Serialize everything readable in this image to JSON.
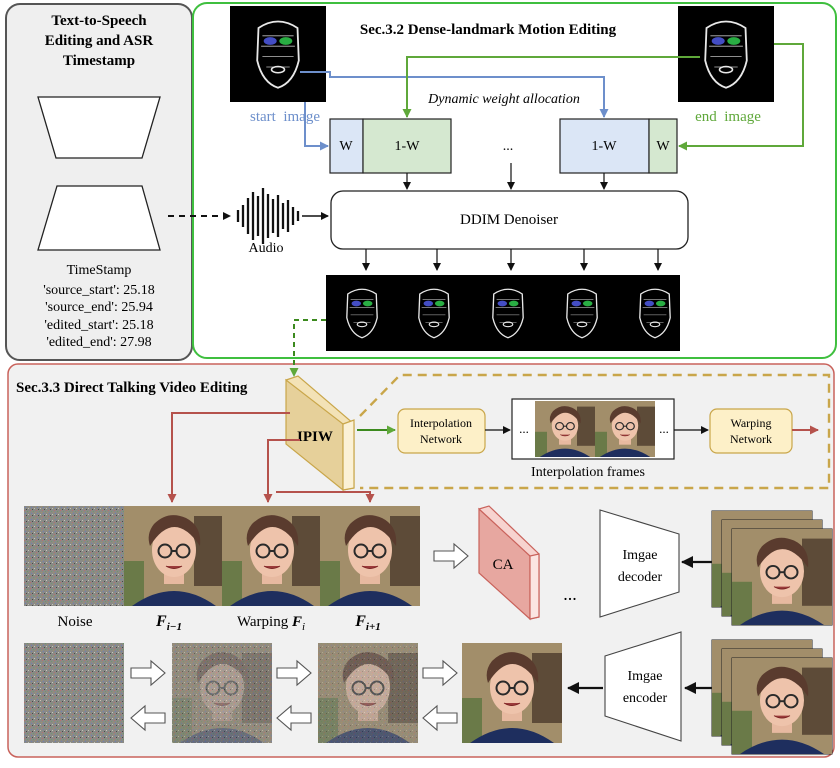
{
  "left_panel": {
    "title_lines": [
      "Text-to-Speech",
      "Editing and ASR",
      "Timestamp"
    ],
    "timestamp_title": "TimeStamp",
    "timestamp_lines": [
      "'source_start': 25.18",
      "'source_end': 25.94",
      "'edited_start': 25.18",
      "'edited_end': 27.98"
    ],
    "audio_label": "Audio"
  },
  "sec32": {
    "title": "Sec.3.2 Dense-landmark Motion Editing",
    "dynamic_weight_label": "Dynamic weight allocation",
    "start_label": "start  image",
    "end_label": "end  image",
    "w_label": "W",
    "one_minus_w_label": "1-W",
    "ellipsis": "...",
    "denoiser_label": "DDIM Denoiser"
  },
  "sec33": {
    "title": "Sec.3.3 Direct Talking Video Editing",
    "ipiw_label": "IPIW",
    "interpolation_network": [
      "Interpolation",
      "Network"
    ],
    "warping_network": [
      "Warping",
      "Network"
    ],
    "interpolation_frames_label": "Interpolation frames",
    "ellipsis": "...",
    "noise_label": "Noise",
    "f_prev_label": "F",
    "f_prev_sub": "i−1",
    "warping_label": "Warping ",
    "f_i_label": "F",
    "f_i_sub": "i",
    "f_next_label": "F",
    "f_next_sub": "i+1",
    "ca_label": "CA",
    "decoder_label": [
      "Imgae",
      "decoder"
    ],
    "encoder_label": [
      "Imgae",
      "encoder"
    ]
  },
  "colors": {
    "blue": "#6d8fcb",
    "green": "#5fa83a",
    "red": "#b5524c",
    "gold": "#c9a64a"
  }
}
